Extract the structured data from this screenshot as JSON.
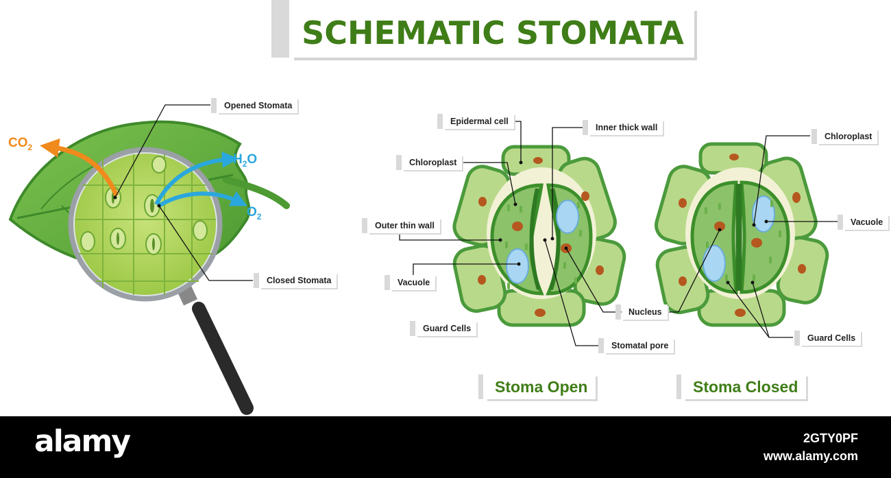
{
  "title": "SCHEMATIC STOMATA",
  "leaf_labels": {
    "co2": "CO",
    "co2_sub": "2",
    "h2o_h": "H",
    "h2o_sub": "2",
    "h2o_o": "O",
    "o2": "O",
    "o2_sub": "2",
    "opened_stomata": "Opened Stomata",
    "closed_stomata": "Closed Stomata"
  },
  "open_labels": {
    "epidermal_cell": "Epidermal cell",
    "inner_thick_wall": "Inner thick wall",
    "chloroplast": "Chloroplast",
    "outer_thin_wall": "Outer thin wall",
    "vacuole": "Vacuole",
    "guard_cells": "Guard Cells",
    "nucleus": "Nucleus",
    "stomatal_pore": "Stomatal pore",
    "caption": "Stoma Open"
  },
  "closed_labels": {
    "chloroplast": "Chloroplast",
    "vacuole": "Vacuole",
    "guard_cells": "Guard Cells",
    "caption": "Stoma Closed"
  },
  "watermark": {
    "brand": "alamy",
    "image_id": "2GTY0PF",
    "url": "www.alamy.com"
  },
  "colors": {
    "title_green": "#3f7d18",
    "cell_fill": "#b9d98a",
    "cell_stroke": "#4b9a3c",
    "guard_fill": "#8cc26a",
    "nucleus": "#b5581f",
    "vacuole": "#a9d6f2",
    "co2_arrow": "#f08a1d",
    "o2_arrow": "#2aa7dd"
  }
}
